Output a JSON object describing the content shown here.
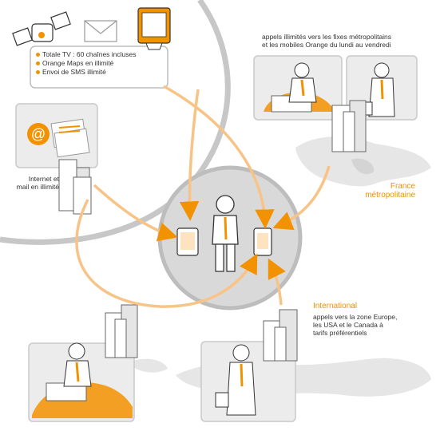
{
  "colors": {
    "accent": "#f39200",
    "grey_ring": "#bdbdbd",
    "grey_fill": "#d6d6d6",
    "panel": "#eeeeee"
  },
  "services_box": {
    "items": [
      "Totale TV : 60 chaînes incluses",
      "Orange Maps en illimité",
      "Envoi de SMS illimité"
    ]
  },
  "labels": {
    "france_calls_line1": "appels illimités vers les fixes métropolitains",
    "france_calls_line2": "et les mobiles Orange du lundi au vendredi",
    "internet_line1": "Internet et",
    "internet_line2": "mail en illimité",
    "france_title_line1": "France",
    "france_title_line2": "métropolitaine",
    "international_title": "International",
    "international_line1": "appels vers la zone Europe,",
    "international_line2": "les USA et le Canada à",
    "international_line3": "tarifs préférentiels"
  },
  "icons": {
    "satellite": "satellite-icon",
    "envelope": "envelope-icon",
    "tv": "tv-icon",
    "at_sign": "at-sign-icon"
  }
}
